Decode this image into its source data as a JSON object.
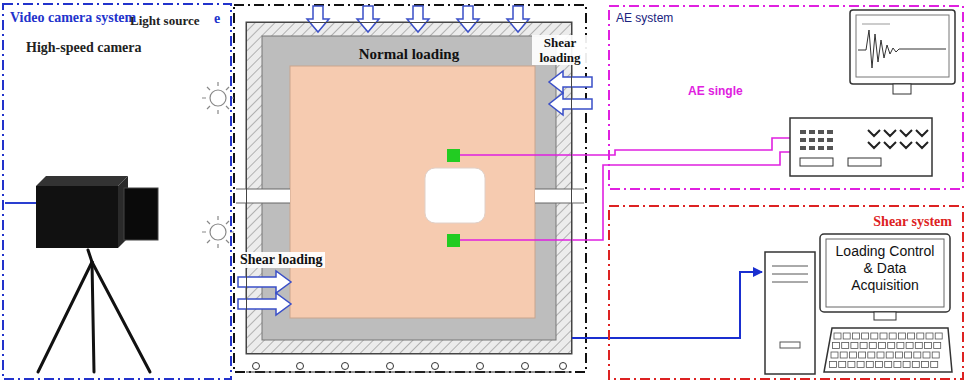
{
  "diagram": {
    "nodes": [
      {
        "text": [
          "Video camera system"
        ]
      },
      {
        "text": [
          "Normal loading"
        ]
      },
      {
        "text": [
          "AE system"
        ]
      },
      {
        "text": [
          "Shear system"
        ]
      },
      {
        "text": [
          "Loading Control & Data Acquisition"
        ],
        "in": 3
      }
    ],
    "edges": [
      {
        "from": 1,
        "to": 4,
        "arrow": "to"
      }
    ],
    "labels": [
      "Light source",
      "e",
      "High-speed camera",
      "Shear loading",
      "Shear loading",
      "AE single"
    ]
  }
}
